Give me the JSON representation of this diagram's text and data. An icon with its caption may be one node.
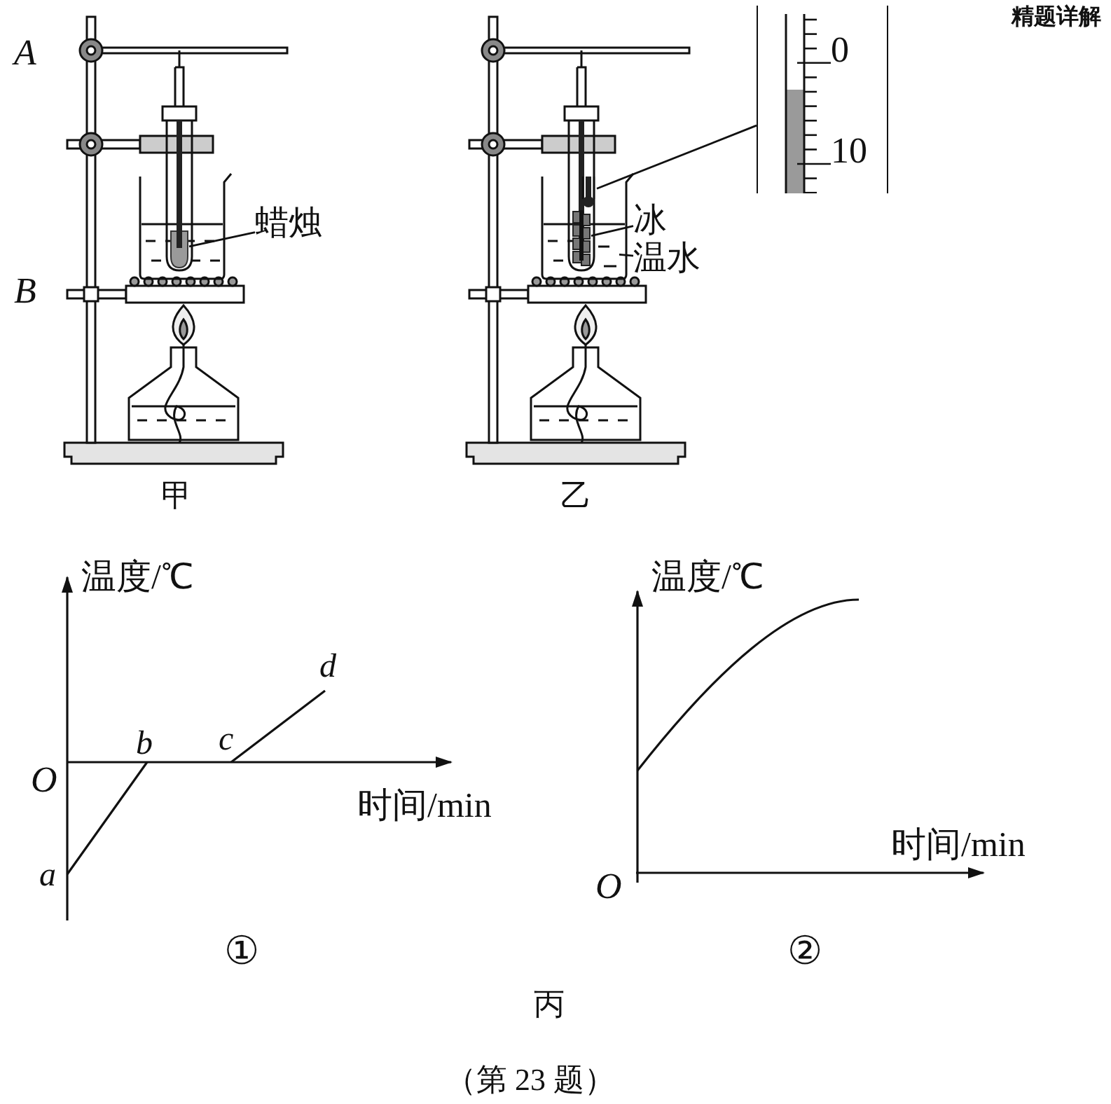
{
  "diagram": {
    "caption": "（第 23 题）",
    "nodes": [
      {
        "text": [
          "蜡烛"
        ]
      },
      {
        "text": [],
        "shape": "picture"
      },
      {
        "text": [
          "冰"
        ]
      },
      {
        "text": [],
        "shape": "picture"
      },
      {
        "text": [
          "温水"
        ]
      },
      {
        "text": [],
        "shape": "picture"
      },
      {
        "text": [],
        "shape": "picture"
      },
      {
        "text": [
          "0",
          "10"
        ]
      }
    ],
    "edges": [
      {
        "from": 0,
        "to": 1,
        "arrow": "none"
      },
      {
        "from": 2,
        "to": 3,
        "arrow": "none"
      },
      {
        "from": 4,
        "to": 5,
        "arrow": "none"
      },
      {
        "from": 6,
        "to": 7,
        "arrow": "none"
      }
    ],
    "labels": [
      "A",
      "精题详解",
      "B",
      "甲",
      "乙",
      "温度/℃",
      "O",
      "b",
      "c",
      "d",
      "时间/min",
      "a",
      "温度/℃",
      "时间/min",
      "O",
      "①",
      "②",
      "丙"
    ]
  }
}
